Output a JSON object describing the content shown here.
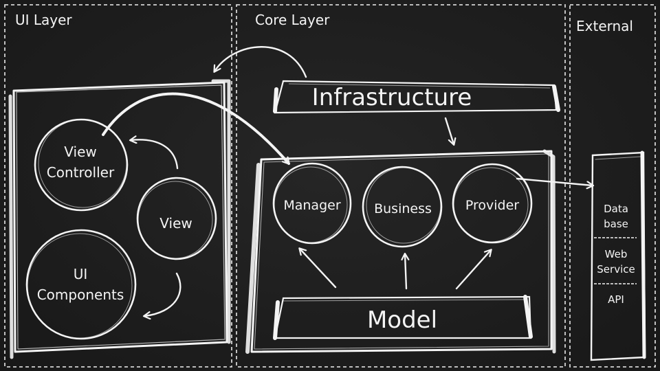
{
  "layers": {
    "ui": "UI Layer",
    "core": "Core Layer",
    "external": "External"
  },
  "ui_layer": {
    "view_controller": [
      "View",
      "Controller"
    ],
    "view": "View",
    "ui_components": [
      "UI",
      "Components"
    ]
  },
  "core_layer": {
    "infrastructure": "Infrastructure",
    "manager": "Manager",
    "business": "Business",
    "provider": "Provider",
    "model": "Model"
  },
  "external_layer": {
    "database": [
      "Data",
      "base"
    ],
    "web_service": [
      "Web",
      "Service"
    ],
    "api": "API"
  },
  "colors": {
    "background": "#1e1e1e",
    "chalk": "#f4f4f4"
  }
}
